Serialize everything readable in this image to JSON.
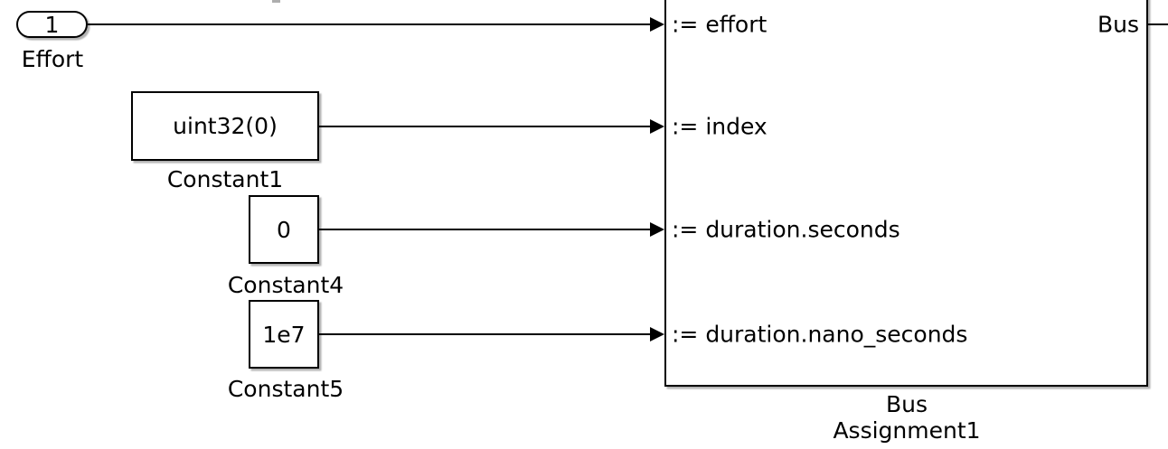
{
  "blocks": {
    "inport": {
      "number": "1",
      "name": "Effort"
    },
    "constant1": {
      "value": "uint32(0)",
      "name": "Constant1"
    },
    "constant4": {
      "value": "0",
      "name": "Constant4"
    },
    "constant5": {
      "value": "1e7",
      "name": "Constant5"
    },
    "bus_assignment": {
      "input_ports": [
        ":= effort",
        ":= index",
        ":= duration.seconds",
        ":= duration.nano_seconds"
      ],
      "output_port": "Bus",
      "name_line1": "Bus",
      "name_line2": "Assignment1"
    }
  },
  "colors": {
    "stroke": "#000000",
    "fill": "#ffffff",
    "shadow": "#b9b9b9"
  }
}
